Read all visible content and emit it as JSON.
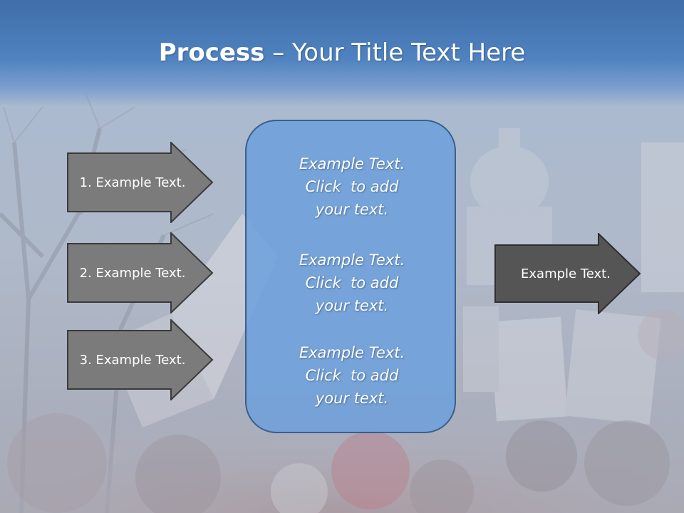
{
  "title": {
    "bold": "Process",
    "rest": " – Your Title Text Here"
  },
  "left_arrows": [
    {
      "label": "1. Example Text."
    },
    {
      "label": "2. Example Text."
    },
    {
      "label": "3. Example Text."
    }
  ],
  "center_blocks": [
    {
      "lines": [
        "Example Text.",
        "Click  to add",
        "your text."
      ]
    },
    {
      "lines": [
        "Example Text.",
        "Click  to add",
        "your text."
      ]
    },
    {
      "lines": [
        "Example Text.",
        "Click  to add",
        "your text."
      ]
    }
  ],
  "right_arrow": {
    "label": "Example Text."
  },
  "colors": {
    "title_bar": "#4a7ab8",
    "arrow_light": "#7b7b7b",
    "arrow_dark": "#555555",
    "center_fill": "#79a6dd",
    "center_border": "#3a5f8c"
  }
}
